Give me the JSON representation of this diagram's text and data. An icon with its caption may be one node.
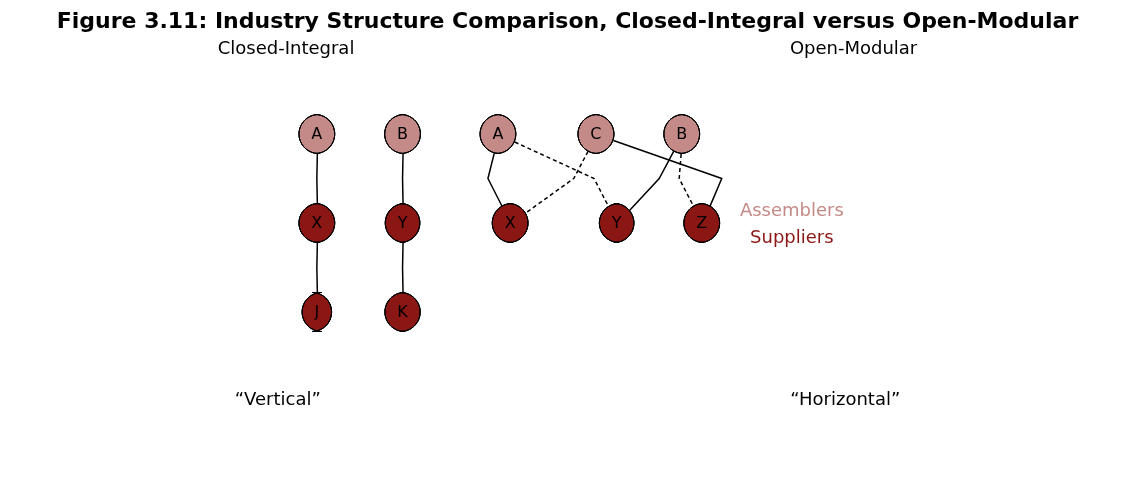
{
  "diagram": {
    "title": "Figure 3.11:  Industry Structure Comparison, Closed-Integral versus Open-Modular",
    "nodes": [
      {
        "text": [
          "A"
        ]
      },
      {
        "text": [
          "B"
        ]
      },
      {
        "text": [
          "X"
        ]
      },
      {
        "text": [
          "Y"
        ]
      },
      {
        "text": [
          "J"
        ]
      },
      {
        "text": [
          "K"
        ]
      },
      {
        "text": [
          "A"
        ]
      },
      {
        "text": [
          "B"
        ]
      },
      {
        "text": [
          "C"
        ]
      },
      {
        "text": [
          "X"
        ]
      },
      {
        "text": [
          "Y"
        ]
      },
      {
        "text": [
          "Z"
        ]
      }
    ],
    "edges": [
      {
        "from": 0,
        "to": 2,
        "arrow": "none"
      },
      {
        "from": 2,
        "to": 4,
        "arrow": "none"
      },
      {
        "from": 1,
        "to": 3,
        "arrow": "none"
      },
      {
        "from": 3,
        "to": 5,
        "arrow": "none"
      },
      {
        "from": 6,
        "to": 9,
        "arrow": "none"
      },
      {
        "from": 6,
        "to": 10,
        "arrow": "none",
        "style": "dashed"
      },
      {
        "from": 7,
        "to": 10,
        "arrow": "none"
      },
      {
        "from": 7,
        "to": 11,
        "arrow": "none",
        "style": "dashed"
      },
      {
        "from": 8,
        "to": 11,
        "arrow": "none"
      },
      {
        "from": 8,
        "to": 9,
        "arrow": "none",
        "style": "dashed"
      }
    ],
    "labels": [
      "Closed-Integral",
      "Open-Modular",
      "Assemblers",
      "Suppliers",
      "“Vertical”",
      "“Horizontal”"
    ]
  }
}
